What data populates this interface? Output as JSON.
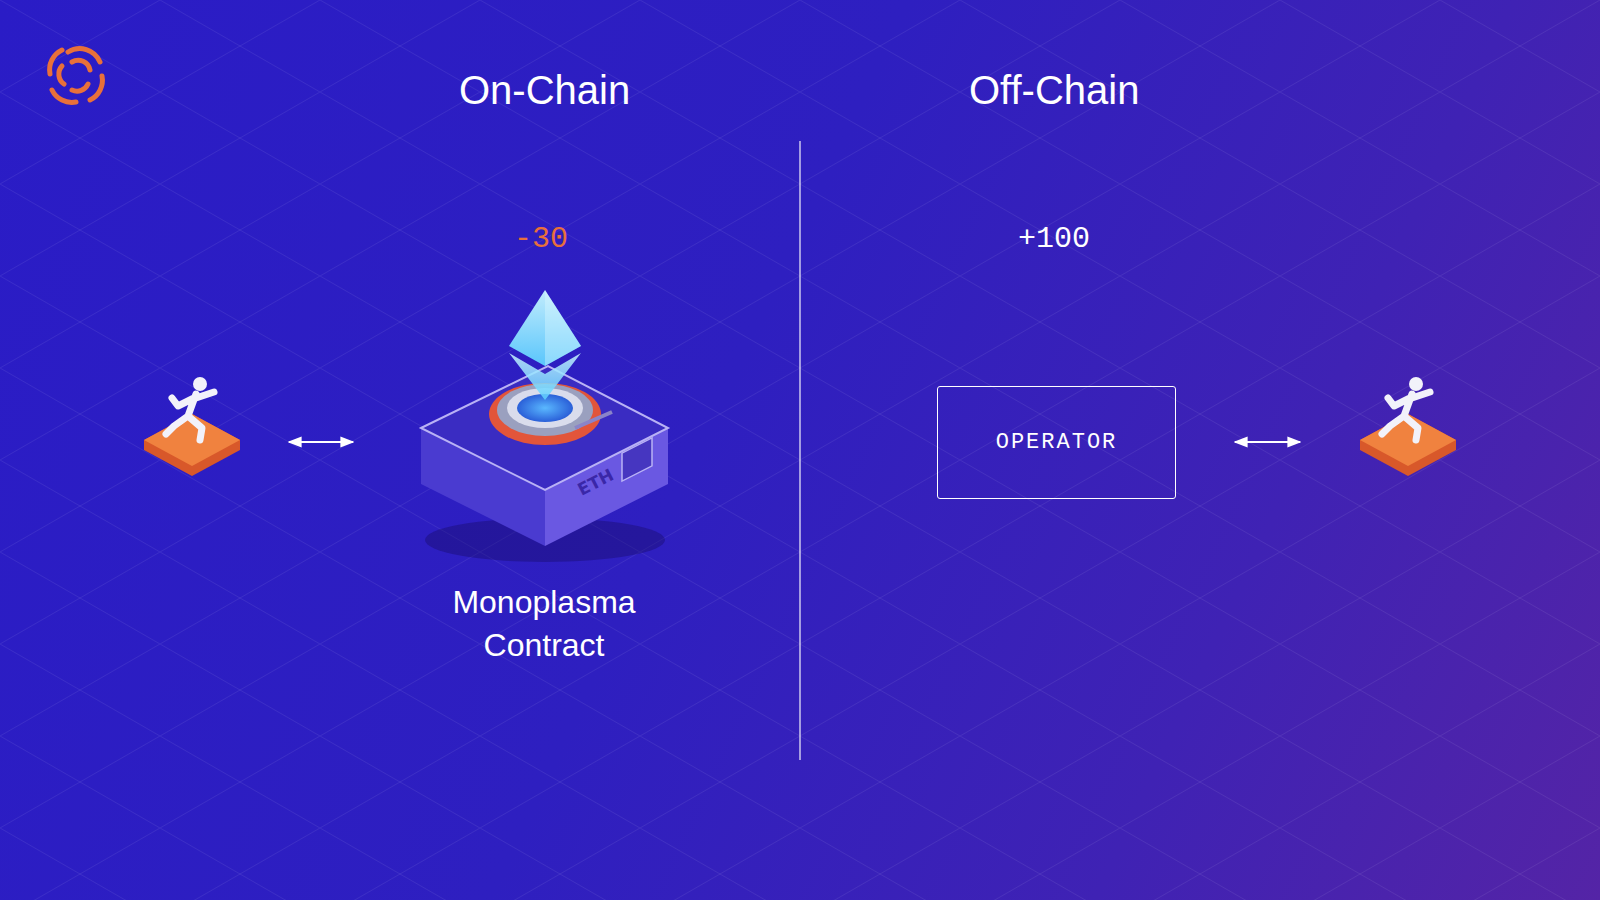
{
  "diagram": {
    "nodes": [
      {
        "text": [
          "OPERATOR"
        ]
      }
    ],
    "labels": [
      "On-Chain",
      "Off-Chain",
      "-30",
      "+100",
      "ETH",
      "Monoplasma Contract"
    ]
  }
}
